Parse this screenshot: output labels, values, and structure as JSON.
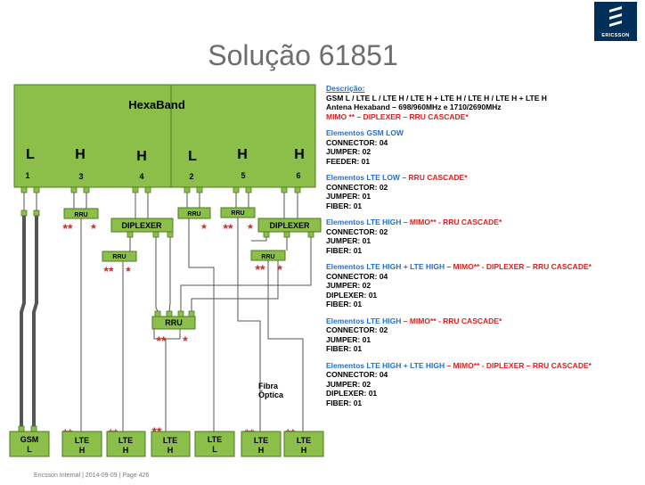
{
  "title": "Solução 61851",
  "logo_text": "ERICSSON",
  "footer": "Ericsson Internal  |  2014-09-09  |  Page 426",
  "colors": {
    "green": "#8bbf4a",
    "green_dark": "#4b7a1f",
    "red": "#e21c1c",
    "blue": "#1f6fd1",
    "cable": "#555555"
  },
  "diagram": {
    "antenna_label": "HexaBand",
    "bands": [
      {
        "letter": "L",
        "port": "1"
      },
      {
        "letter": "H",
        "port": "3"
      },
      {
        "letter": "H",
        "port": "4"
      },
      {
        "letter": "L",
        "port": "2"
      },
      {
        "letter": "H",
        "port": "5"
      },
      {
        "letter": "H",
        "port": "6"
      }
    ],
    "rru_label": "RRU",
    "diplexer_label": "DIPLEXER",
    "mimo_marker": "**",
    "cascade_marker": "*",
    "fiber_label_1": "Fibra",
    "fiber_label_2": "Óptica",
    "bottom_units": [
      {
        "line1": "GSM",
        "line2": "L"
      },
      {
        "line1": "LTE",
        "line2": "H"
      },
      {
        "line1": "LTE",
        "line2": "H"
      },
      {
        "line1": "LTE",
        "line2": "H"
      },
      {
        "line1": "LTE",
        "line2": "L"
      },
      {
        "line1": "LTE",
        "line2": "H"
      },
      {
        "line1": "LTE",
        "line2": "H"
      }
    ]
  },
  "description": {
    "heading": "Descrição:",
    "line1": "GSM L / LTE L / LTE H / LTE H + LTE H / LTE H / LTE H + LTE H",
    "line2": "Antena Hexaband – 698/960MHz  e  1710/2690MHz",
    "line3": "MIMO ** – DIPLEXER – RRU CASCADE*"
  },
  "elements": [
    {
      "title": "Elementos GSM LOW",
      "title_red": "",
      "lines": [
        "CONNECTOR: 04",
        "JUMPER: 02",
        "FEEDER: 01"
      ]
    },
    {
      "title": "Elementos LTE LOW",
      "title_red": " – RRU CASCADE*",
      "lines": [
        "CONNECTOR: 02",
        "JUMPER: 01",
        "FIBER: 01"
      ]
    },
    {
      "title": "Elementos LTE HIGH",
      "title_red": " – MIMO** - RRU CASCADE*",
      "lines": [
        "CONNECTOR: 02",
        "JUMPER: 01",
        "FIBER: 01"
      ]
    },
    {
      "title": "Elementos  LTE HIGH + LTE HIGH",
      "title_red": " – MIMO** - DIPLEXER – RRU CASCADE*",
      "lines": [
        "CONNECTOR: 04",
        "JUMPER: 02",
        "DIPLEXER: 01",
        "FIBER: 01"
      ]
    },
    {
      "title": "Elementos LTE HIGH",
      "title_red": " – MIMO** - RRU CASCADE*",
      "lines": [
        "CONNECTOR: 02",
        "JUMPER: 01",
        "FIBER: 01"
      ]
    },
    {
      "title": "Elementos  LTE HIGH + LTE HIGH",
      "title_red": " – MIMO** - DIPLEXER – RRU CASCADE*",
      "lines": [
        "CONNECTOR: 04",
        "JUMPER: 02",
        "DIPLEXER: 01",
        "FIBER: 01"
      ]
    }
  ]
}
